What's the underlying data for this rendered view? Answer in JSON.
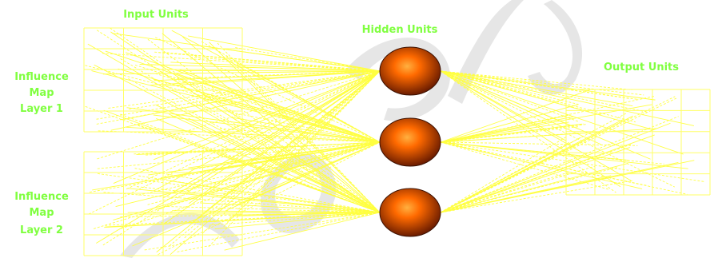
{
  "labels": {
    "input_units": "Input Units",
    "hidden_units": "Hidden Units",
    "output_units": "Output Units",
    "layer1_line1": "Influence",
    "layer1_line2": "Map",
    "layer1_line3": "Layer 1",
    "layer2_line1": "Influence",
    "layer2_line2": "Map",
    "layer2_line3": "Layer 2"
  },
  "colors": {
    "label": "#80ff40",
    "connection": "#ffff40",
    "grid": "#ffff66",
    "node_core": "#ff6a00",
    "node_edge": "#6b1c00",
    "watermark": "#e6e6e6"
  },
  "network": {
    "hidden_node_count": 3,
    "input_layer_count": 2,
    "input_grid_columns": 4,
    "input_grid_rows": 5,
    "output_grid_columns": 5,
    "output_grid_rows": 5
  }
}
